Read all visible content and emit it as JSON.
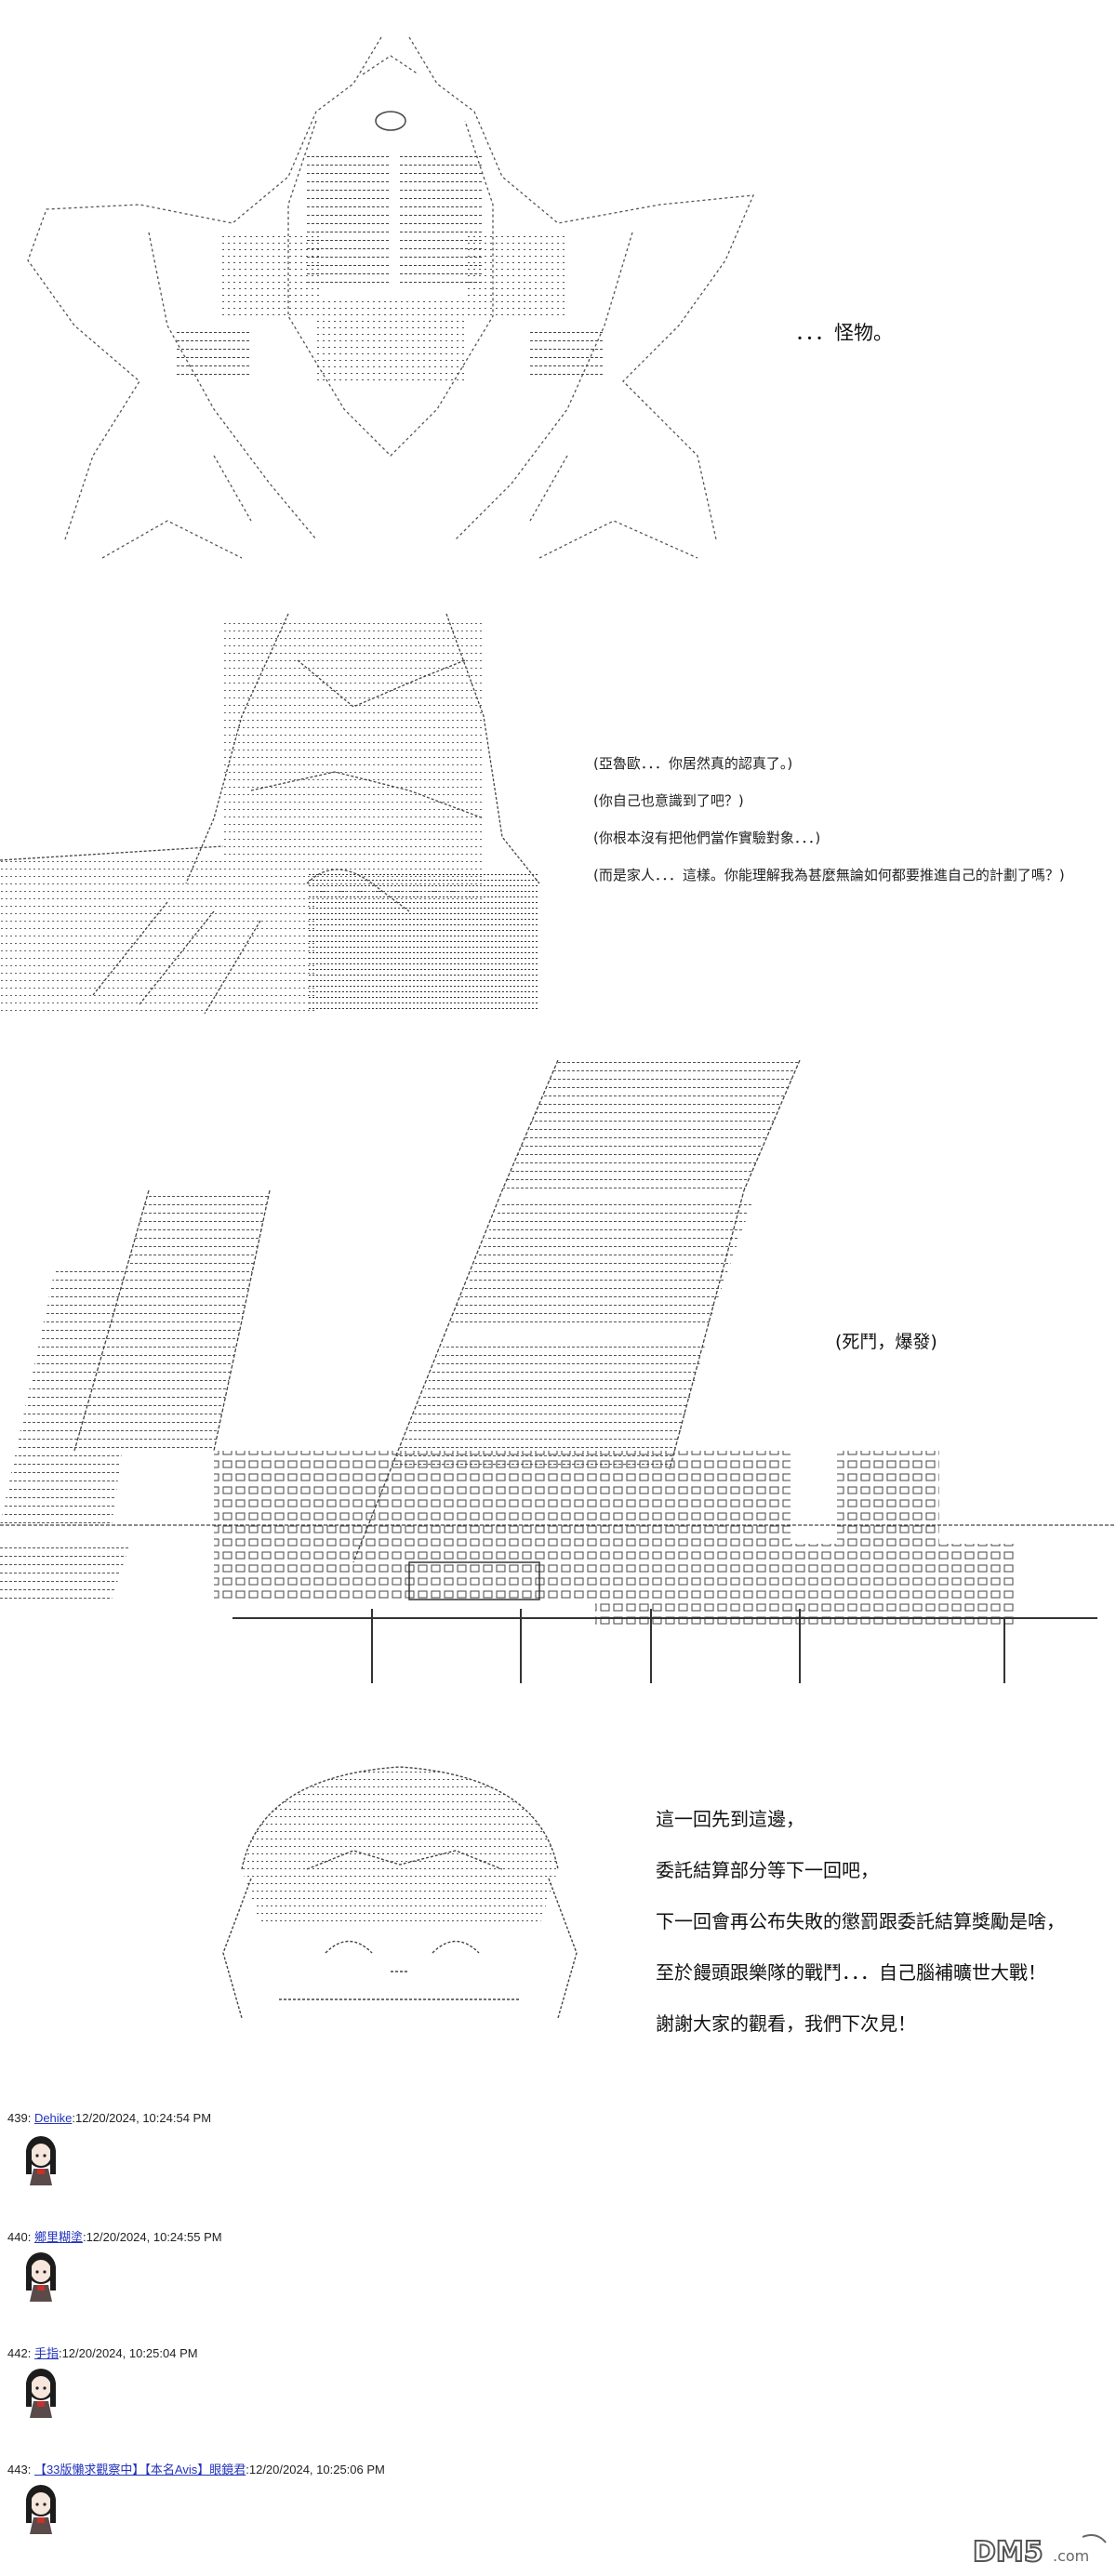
{
  "captions": {
    "monster": "．．．怪物。",
    "thoughts": [
      "(亞魯歐．．．你居然真的認真了。)",
      "(你自己也意識到了吧？)",
      "(你根本沒有把他們當作實驗對象．．．)",
      "(而是家人．．．這樣。你能理解我為甚麼無論如何都要推進自己的計劃了嗎？)"
    ],
    "city": "(死鬥，爆發)",
    "ending": [
      "這一回先到這邊，",
      "委託結算部分等下一回吧，",
      "下一回會再公布失敗的懲罰跟委託結算獎勵是啥，",
      "至於饅頭跟樂隊的戰鬥．．．自己腦補曠世大戰！",
      "謝謝大家的觀看，我們下次見！"
    ]
  },
  "comments": [
    {
      "number": "439",
      "name": "Dehike",
      "timestamp": "12/20/2024, 10:24:54 PM"
    },
    {
      "number": "440",
      "name": "鄉里糊塗",
      "timestamp": "12/20/2024, 10:24:55 PM"
    },
    {
      "number": "442",
      "name": "手指",
      "timestamp": "12/20/2024, 10:25:04 PM"
    },
    {
      "number": "443",
      "name": "【33版懶求觀察中】【本名Avis】眼鏡君",
      "timestamp": "12/20/2024, 10:25:06 PM"
    }
  ],
  "watermark": {
    "brand": "DM5",
    "suffix": ".com"
  }
}
